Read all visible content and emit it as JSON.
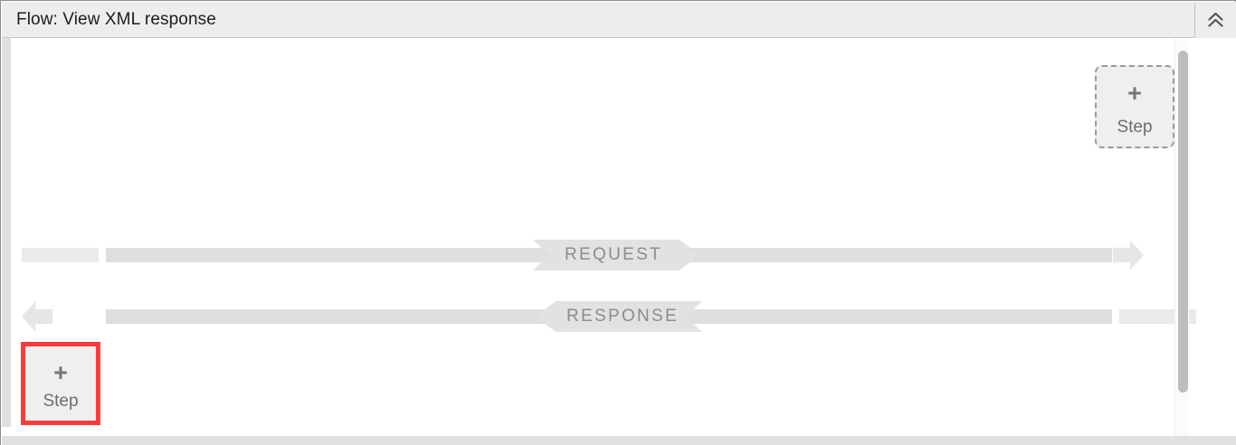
{
  "panel": {
    "title": "Flow: View XML response",
    "collapse_icon": "double-chevron-up-icon"
  },
  "canvas": {
    "add_step_button": {
      "plus": "+",
      "label": "Step",
      "state": "dashed-outline"
    },
    "selected_step_button": {
      "plus": "+",
      "label": "Step",
      "state": "selected",
      "highlight_color": "#fa3b3b"
    },
    "flow_rows": [
      {
        "id": "request",
        "label": "REQUEST",
        "direction": "right"
      },
      {
        "id": "response",
        "label": "RESPONSE",
        "direction": "left"
      }
    ]
  },
  "colors": {
    "header_bg": "#ededed",
    "frame_border": "#8c8c8c",
    "track_light": "#eaeaea",
    "track_dark": "#dedede",
    "banner_bg": "#e2e2e2",
    "banner_text": "#8c8c8c",
    "step_fill": "#efefef",
    "selection_red": "#fa3b3b",
    "scrollbar_thumb": "#bdbdbd"
  }
}
